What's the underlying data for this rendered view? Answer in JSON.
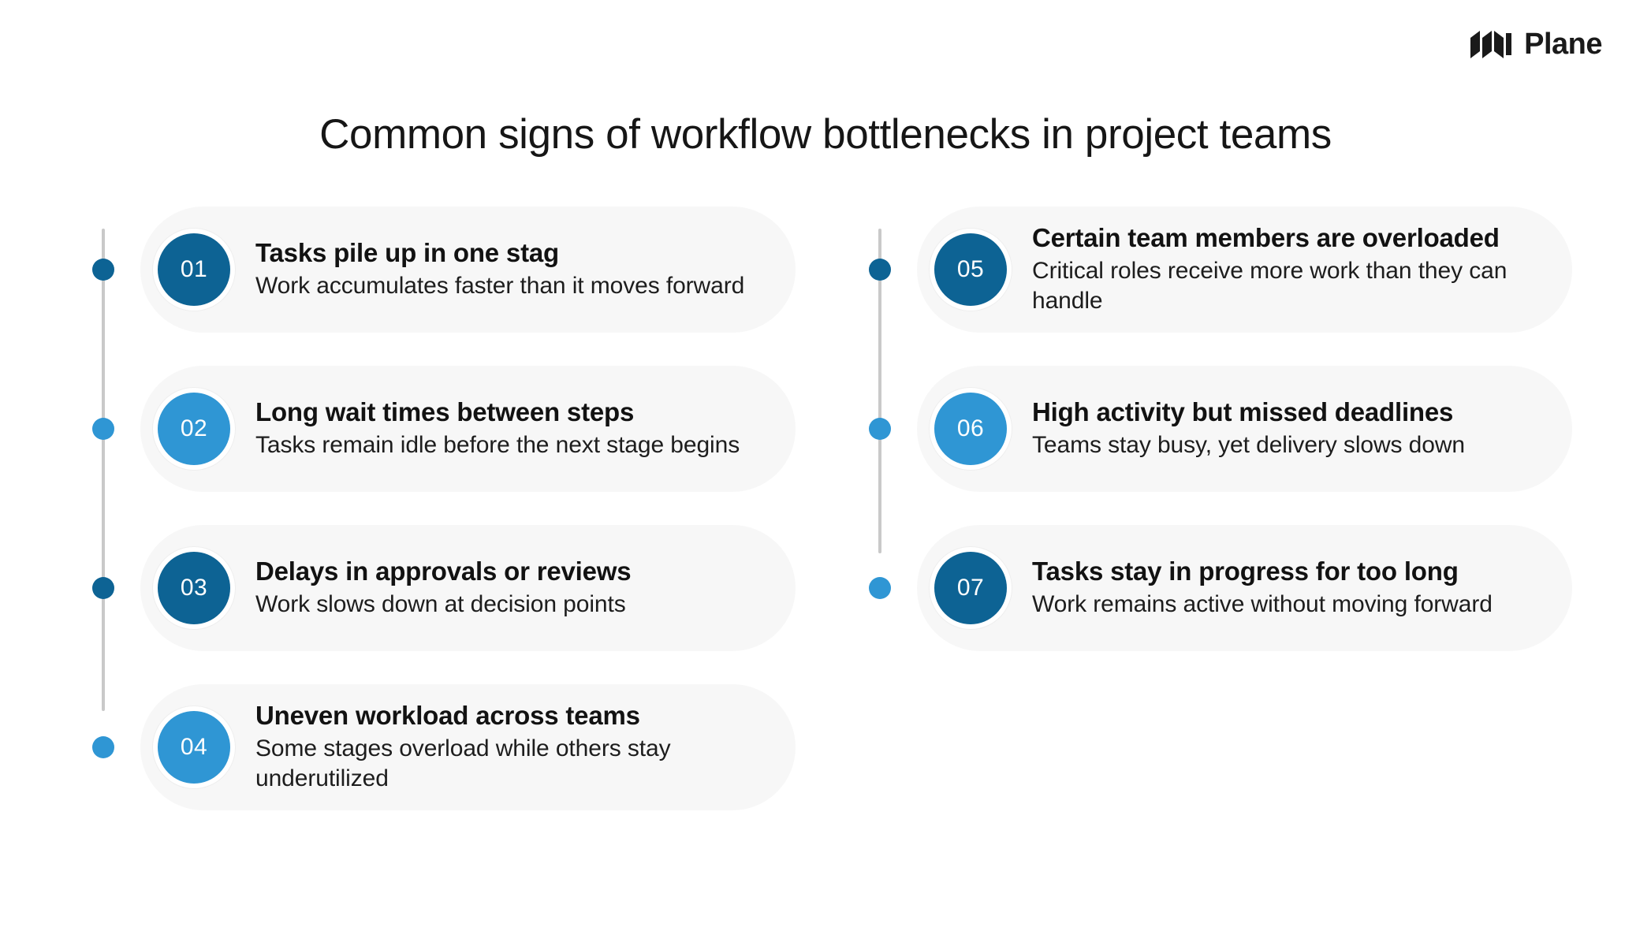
{
  "brand": {
    "name": "Plane",
    "logo_icon": "plane-logo-icon"
  },
  "title": "Common signs of workflow bottlenecks in project teams",
  "colors": {
    "dark_blue": "#0d6394",
    "light_blue": "#2f96d4",
    "card_bg": "#f7f7f7",
    "rail": "#c9c9c9",
    "text": "#121212",
    "page_bg": "#ffffff"
  },
  "columns": [
    {
      "id": "left",
      "items": [
        {
          "number": "01",
          "title": "Tasks pile up in one stag",
          "desc": "Work accumulates faster than it moves forward",
          "badge_color": "#0d6394",
          "dot_color": "#0d6394"
        },
        {
          "number": "02",
          "title": "Long wait times between steps",
          "desc": "Tasks remain idle before the next stage begins",
          "badge_color": "#2f96d4",
          "dot_color": "#2f96d4"
        },
        {
          "number": "03",
          "title": "Delays in approvals or reviews",
          "desc": "Work slows down at decision points",
          "badge_color": "#0d6394",
          "dot_color": "#0d6394"
        },
        {
          "number": "04",
          "title": "Uneven workload across teams",
          "desc": "Some stages overload while others stay underutilized",
          "badge_color": "#2f96d4",
          "dot_color": "#2f96d4"
        }
      ]
    },
    {
      "id": "right",
      "items": [
        {
          "number": "05",
          "title": "Certain team members are overloaded",
          "desc": "Critical roles receive more work than they can handle",
          "badge_color": "#0d6394",
          "dot_color": "#0d6394"
        },
        {
          "number": "06",
          "title": "High activity but missed deadlines",
          "desc": "Teams stay busy, yet delivery slows down",
          "badge_color": "#2f96d4",
          "dot_color": "#2f96d4"
        },
        {
          "number": "07",
          "title": "Tasks stay in progress for too long",
          "desc": "Work remains active without moving forward",
          "badge_color": "#0d6394",
          "dot_color": "#2f96d4"
        }
      ]
    }
  ]
}
